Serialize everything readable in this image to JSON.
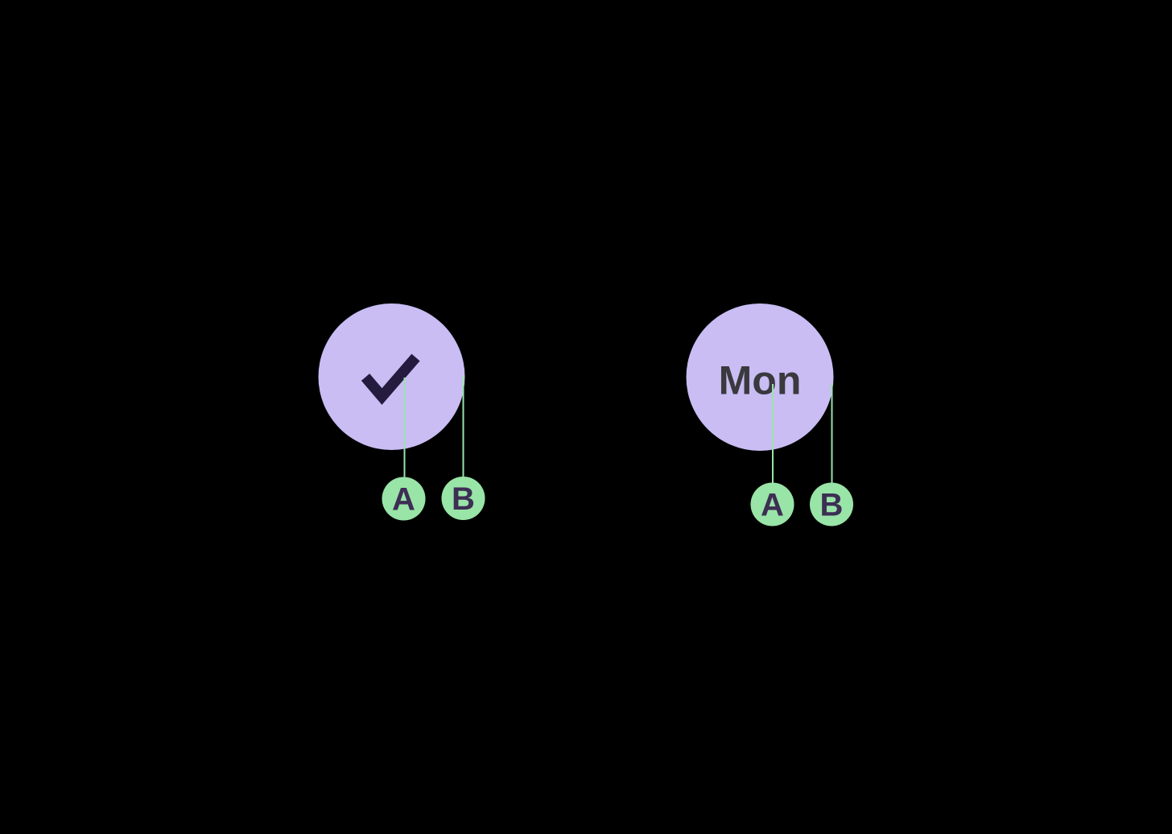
{
  "colors": {
    "background": "#000000",
    "node_fill": "#c9bdf4",
    "leaf_fill": "#99e4a7",
    "connector": "#99e4a7",
    "check_stroke": "#241c3e",
    "node_text": "#3a393e",
    "leaf_text": "#3d2e54"
  },
  "figures": [
    {
      "id": "check-node",
      "icon": "checkmark-icon",
      "label": "",
      "children": [
        {
          "label": "A"
        },
        {
          "label": "B"
        }
      ]
    },
    {
      "id": "mon-node",
      "label": "Mon",
      "children": [
        {
          "label": "A"
        },
        {
          "label": "B"
        }
      ]
    }
  ]
}
